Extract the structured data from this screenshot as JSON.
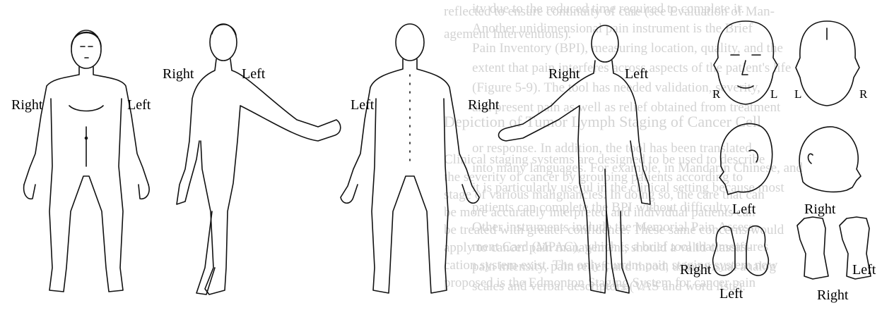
{
  "background_text": {
    "heading": "Depiction of Tumor Lymph Staging of Cancer Cell",
    "lines": [
      "reflected to ensure continuity of care (see Evaluation of Man-",
      "agement Interventions).",
      "Clinical staging systems are designed to be used to describe",
      "the severity of cancer by grouping patients according to",
      "stage of various malignancies. In doing so, the care that can",
      "be more accurately interpreted and individual patients can",
      "be treated with greater confidence. These same concerns would",
      "apply to cancer pain management, should a valid classifi-",
      "cation system exist. The only current pain staging system now",
      "proposed is the Edmonton Staging System for cancer pain",
      "ity due to the reduced time required to complete it.",
      "Another unidimensional pain instrument is the Brief",
      "Pain Inventory (BPI), measuring location, quality, and the",
      "extent that pain interferes across aspects of the patient's life",
      "(Figure 5-9). The tool has needed validation, severity,",
      "and present pain as well as relief obtained from treatment",
      "or response. In addition, the tool has been translated",
      "into many languages. For example, in Mandarin Chinese, and",
      "it is particularly useful in the clinical setting because most",
      "patients can complete the BPI without difficulty.",
      "Other instruments include the Memorial Pain Assess-",
      "ment Card (MPAC), which is a brief tool that measures",
      "pain intensity, pain relief, and mood, using visual analog",
      "scales and verbal descriptors (VAS and word lists)."
    ]
  },
  "labels": {
    "front_right": "Right",
    "front_left": "Left",
    "side_right": "Right",
    "side_left": "Left",
    "back_left": "Left",
    "back_right": "Right",
    "face_r": "R",
    "face_l": "L",
    "back_head_l": "L",
    "back_head_r": "R",
    "profile_head_left": "Left",
    "profile_head_right": "Right",
    "foot_right_1": "Right",
    "foot_left_1": "Left",
    "foot_left_2": "Left",
    "foot_right_2": "Right"
  }
}
